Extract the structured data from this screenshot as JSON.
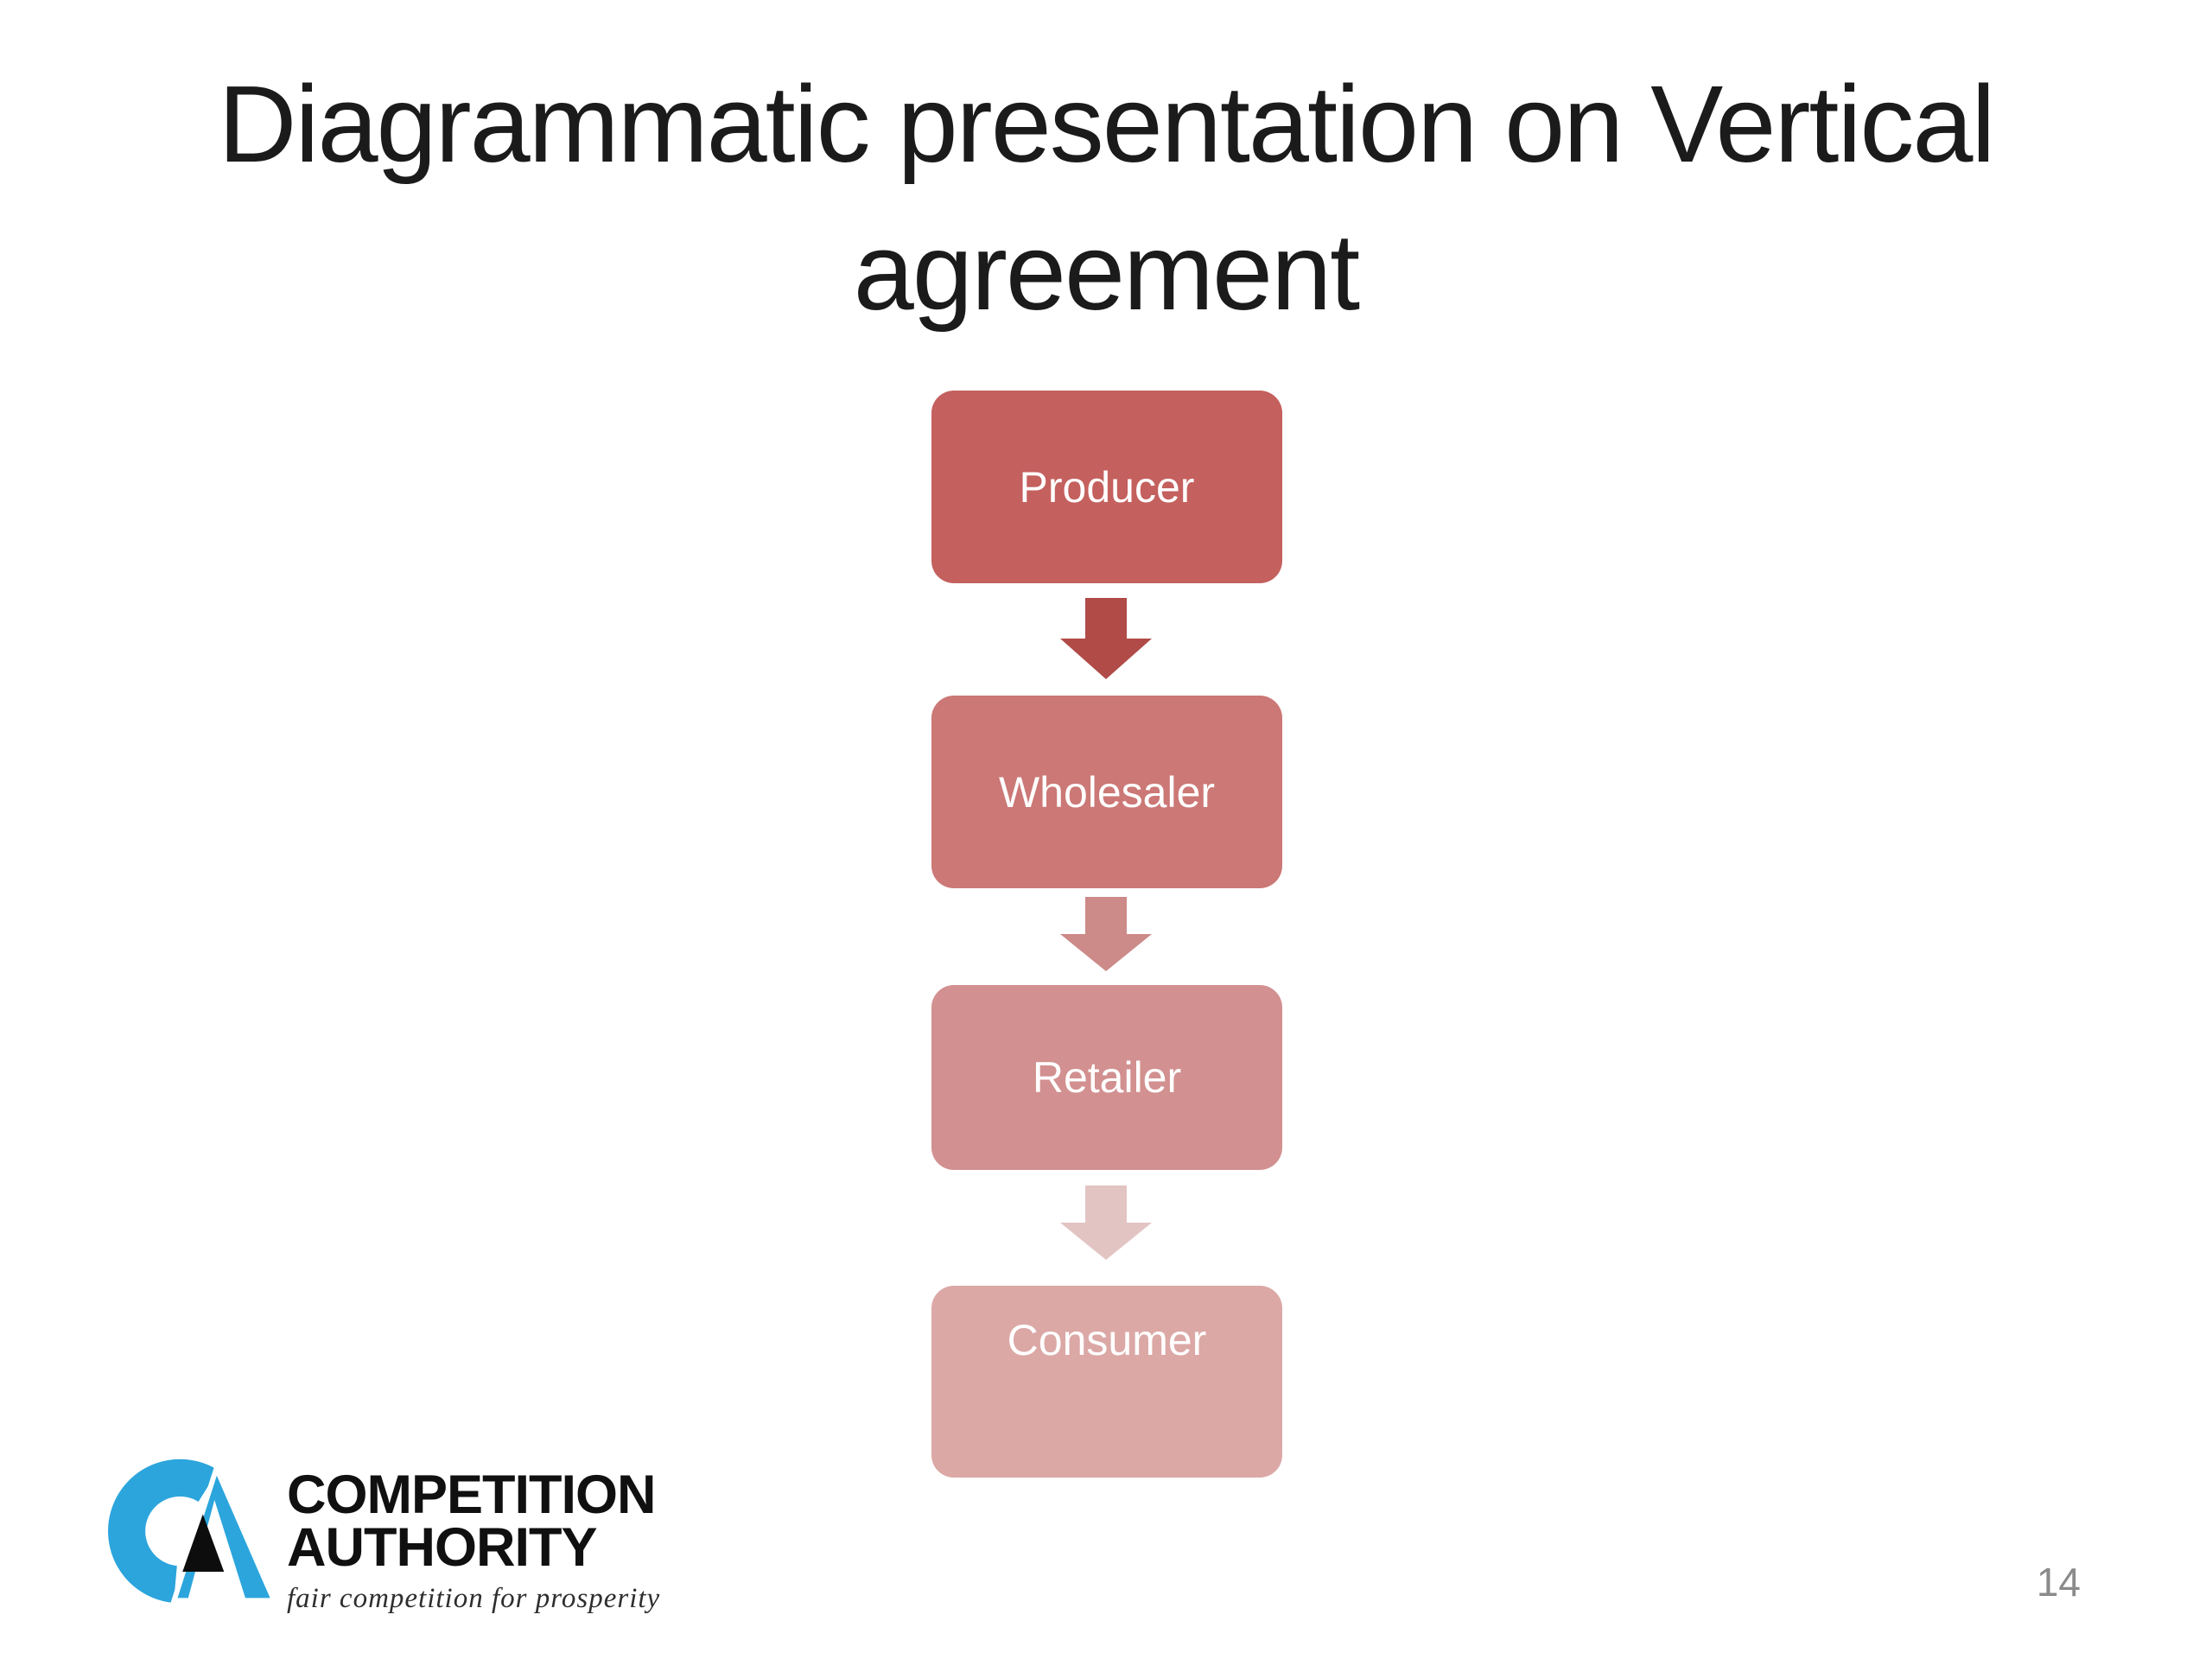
{
  "slide": {
    "title": {
      "line1": "Diagrammatic presentation on Vertical",
      "line2": "agreement",
      "color": "#1b1b1b"
    },
    "page_number": "14",
    "background": "#ffffff"
  },
  "diagram": {
    "type": "vertical-process-flow",
    "text_color": "#ffffff",
    "steps": [
      {
        "label": "Producer",
        "fill": "#c4605e"
      },
      {
        "label": "Wholesaler",
        "fill": "#cb7876"
      },
      {
        "label": "Retailer",
        "fill": "#d29090"
      },
      {
        "label": "Consumer",
        "fill": "#dba8a6"
      }
    ],
    "arrows": [
      {
        "direction": "down",
        "fill": "#b04b48"
      },
      {
        "direction": "down",
        "fill": "#cc8a88"
      },
      {
        "direction": "down",
        "fill": "#e2c4c3"
      }
    ]
  },
  "logo": {
    "mark": "ca-monogram",
    "org_line1": "COMPETITION",
    "org_line2": "AUTHORITY",
    "tagline": "fair competition for prosperity",
    "brand_blue": "#2ca5dd",
    "mark_black": "#0d0d0d"
  }
}
